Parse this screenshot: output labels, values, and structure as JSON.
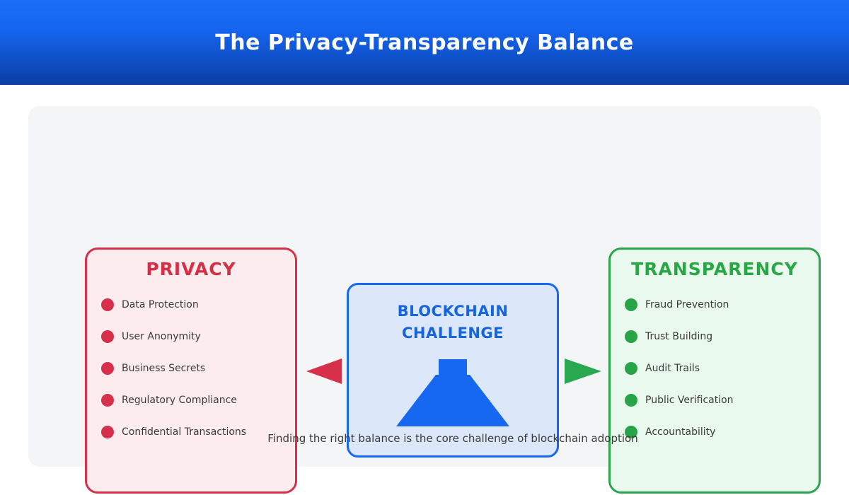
{
  "header": {
    "title": "The Privacy-Transparency Balance"
  },
  "privacy": {
    "title": "PRIVACY",
    "items": [
      "Data Protection",
      "User Anonymity",
      "Business Secrets",
      "Regulatory Compliance",
      "Confidential Transactions"
    ]
  },
  "challenge": {
    "title_line1": "BLOCKCHAIN",
    "title_line2": "CHALLENGE",
    "icon": "balance-scale-icon"
  },
  "transparency": {
    "title": "TRANSPARENCY",
    "items": [
      "Fraud Prevention",
      "Trust Building",
      "Audit Trails",
      "Public Verification",
      "Accountability"
    ]
  },
  "footer": {
    "caption": "Finding the right balance is the core challenge of blockchain adoption"
  },
  "colors": {
    "privacy_red": "#d6304a",
    "transparency_green": "#27a348",
    "challenge_blue": "#1668f0",
    "header_gradient_top": "#1a6cf6",
    "header_gradient_bottom": "#0b3da4",
    "panel_gray": "#f4f5f6",
    "privacy_bg": "#fdecee",
    "transparency_bg": "#e9f9ee",
    "challenge_bg": "#dce8fa"
  }
}
